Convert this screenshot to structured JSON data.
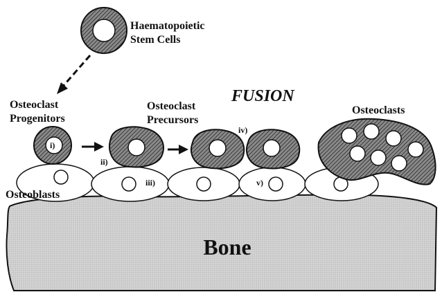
{
  "labels": {
    "stem": [
      "Haematopoietic",
      "Stem Cells"
    ],
    "progenitors": [
      "Osteoclast",
      "Progenitors"
    ],
    "precursors": [
      "Osteoclast",
      "Precursors"
    ],
    "fusion": "FUSION",
    "osteoclasts": "Osteoclasts",
    "osteoblasts": "Osteoblasts",
    "bone": "Bone",
    "stage_i": "i)",
    "stage_ii": "ii)",
    "stage_iii": "iii)",
    "stage_iv": "iv)",
    "stage_v": "v)"
  },
  "colors": {
    "hatch": "#555555",
    "bone_fill": "#cfcfcf",
    "outline": "#111111"
  }
}
